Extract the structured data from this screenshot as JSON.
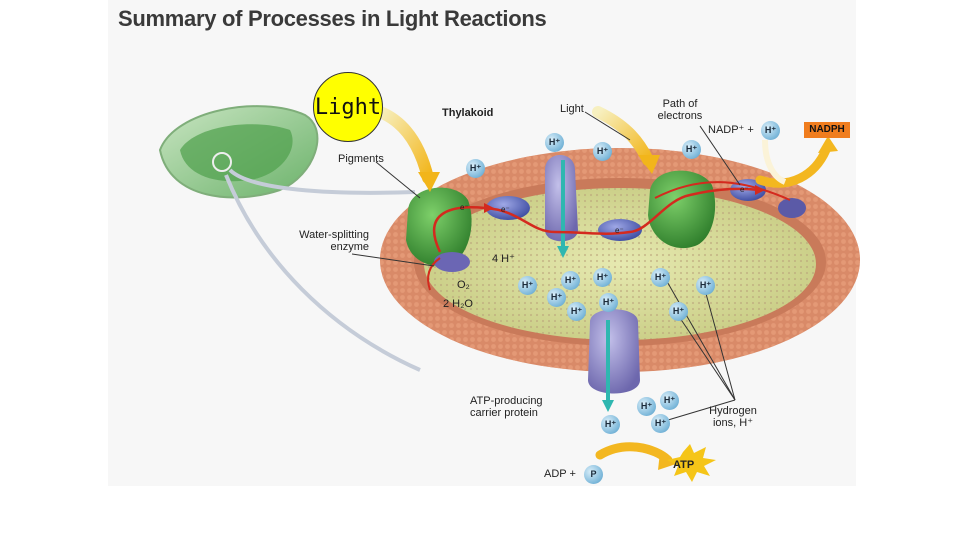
{
  "title": "Summary of Processes in Light Reactions",
  "light_callout": "Light",
  "labels": {
    "thylakoid": "Thylakoid",
    "light": "Light",
    "path_of_electrons": "Path of electrons",
    "pigments": "Pigments",
    "water_splitting_enzyme": "Water-splitting enzyme",
    "four_h": "4 H⁺",
    "o2": "O₂",
    "two_h2o": "2 H₂O",
    "atp_producing_carrier_protein": "ATP-producing carrier protein",
    "hydrogen_ions": "Hydrogen ions, H⁺",
    "nadp_plus": "NADP⁺ +",
    "nadph": "NADPH",
    "adp_plus": "ADP +",
    "phosphate": "P",
    "atp": "ATP",
    "electron": "e⁻",
    "h_ion": "H⁺"
  },
  "colors": {
    "stroma_outer": "#d98a68",
    "lumen": "#d8dc9a",
    "photosystem": "#3f9a3a",
    "carrier_protein": "#8a86c4",
    "electron_path": "#d42a1e",
    "h_flow": "#2fb7b0",
    "nadph_box": "#f07d1e",
    "light_callout": "#ffff00"
  }
}
